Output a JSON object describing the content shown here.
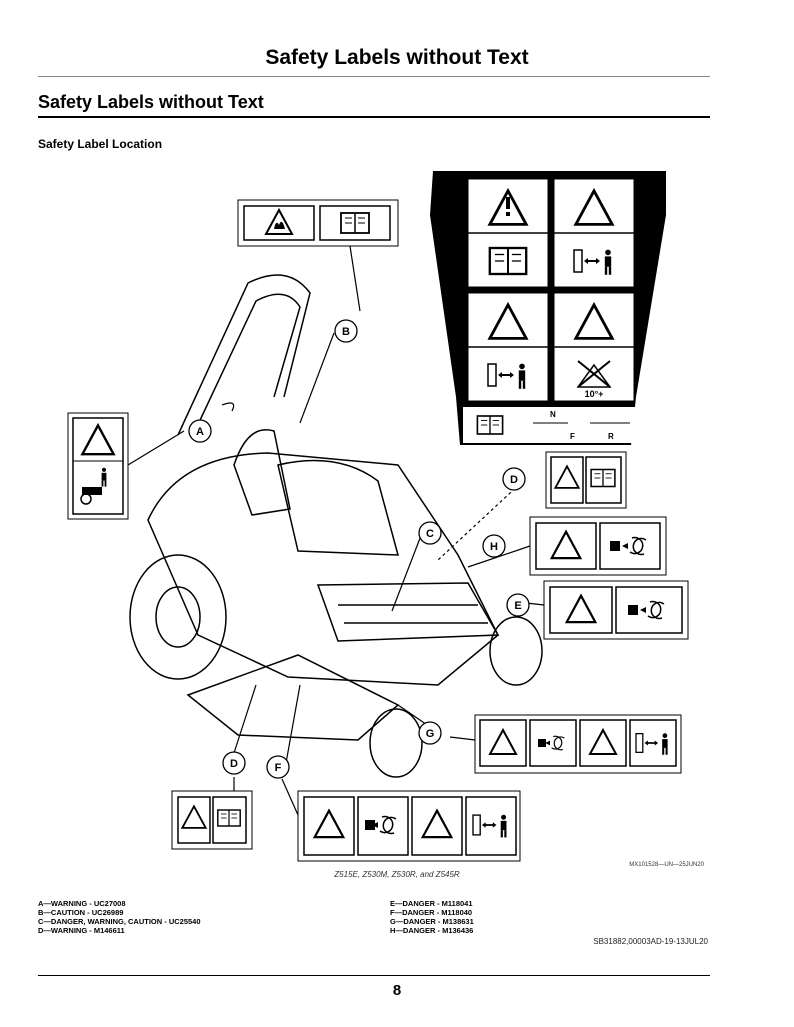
{
  "page": {
    "header_title": "Safety Labels without Text",
    "section_title": "Safety Labels without Text",
    "subsection_title": "Safety Label Location",
    "figure_code": "MX101528—UN—25JUN20",
    "caption": "Z515E, Z530M, Z530R, and Z545R",
    "document_code": "SB31882,00003AD-19-13JUL20",
    "page_number": "8"
  },
  "callouts": [
    "A",
    "B",
    "C",
    "D",
    "E",
    "F",
    "G",
    "H",
    "D"
  ],
  "shift_indicator": {
    "neutral": "N",
    "forward": "F",
    "reverse": "R",
    "slope": "10°+"
  },
  "legend_left": [
    "A—WARNING - UC27008",
    "B—CAUTION - UC26989",
    "C—DANGER, WARNING, CAUTION - UC25540",
    "D—WARNING - M146611"
  ],
  "legend_right": [
    "E—DANGER - M118041",
    "F—DANGER - M118040",
    "G—DANGER - M138631",
    "H—DANGER - M136436"
  ],
  "icons": [
    "warning-triangle-icon",
    "operator-manual-icon",
    "fire-hazard-icon",
    "rollover-hazard-icon",
    "keep-away-person-icon",
    "blade-hazard-icon",
    "thrown-object-icon",
    "rotating-arrows-icon"
  ]
}
